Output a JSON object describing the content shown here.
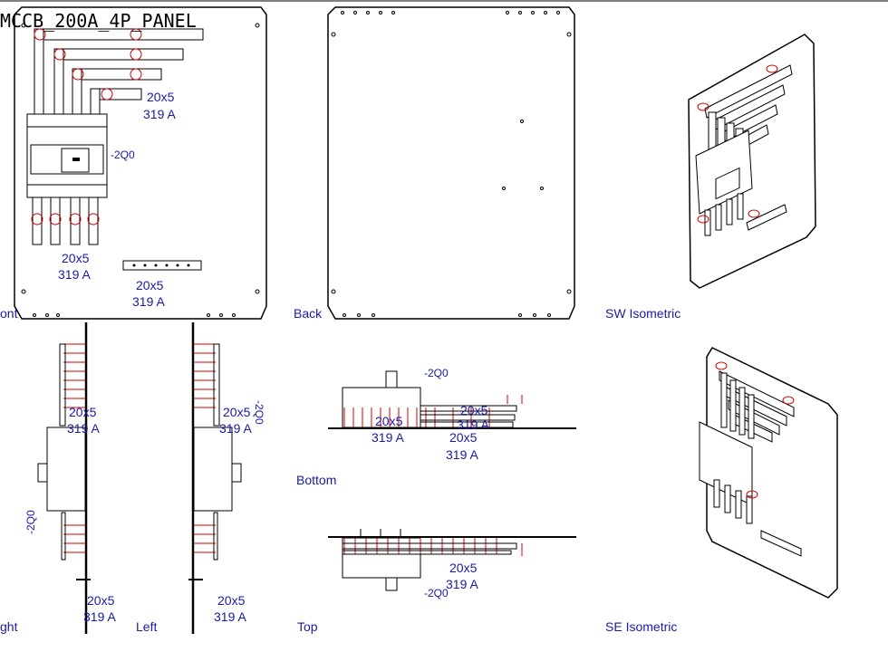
{
  "title": "MCCB_200A_4P_PANEL",
  "views": {
    "front": "ont",
    "back": "Back",
    "sw_iso": "SW Isometric",
    "right": "ght",
    "left": "Left",
    "bottom": "Bottom",
    "top": "Top",
    "se_iso": "SE Isometric"
  },
  "breaker_tag": "-2Q0",
  "busbar_size": "20x5",
  "busbar_current": "319 A",
  "colors": {
    "line": "#000000",
    "annotation": "#1a1aa6",
    "hardware": "#d00000"
  }
}
